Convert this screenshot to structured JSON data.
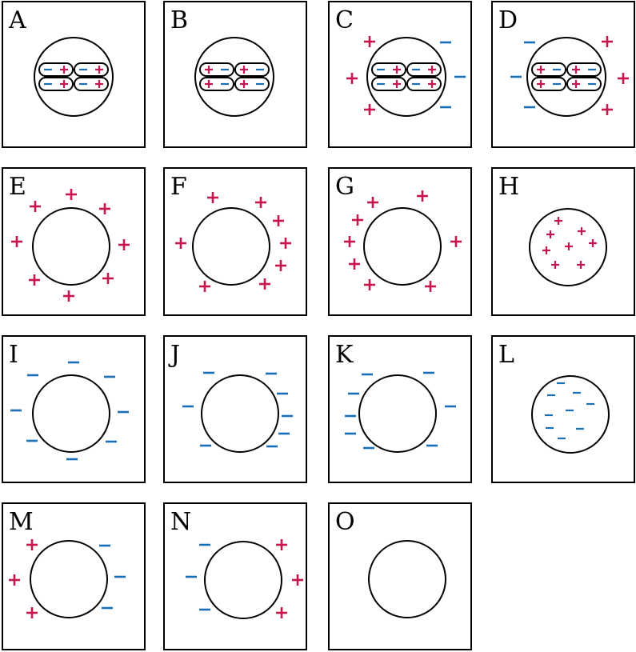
{
  "colors": {
    "positive": "#c8174d",
    "negative": "#1b6fb5",
    "outline": "#000000",
    "background": "#ffffff"
  },
  "symbols": {
    "positive": "+",
    "negative": "−"
  },
  "panels": [
    {
      "label": "A",
      "description": "sphere with two pairs of polarized molecules, minus on left, plus on right, no external charge"
    },
    {
      "label": "B",
      "description": "sphere with two pairs of polarized molecules, plus on left, minus on right, no external charge"
    },
    {
      "label": "C",
      "description": "polarized molecules (minus left, plus right) with positive charges outside on the left and negative charges outside on the right"
    },
    {
      "label": "D",
      "description": "polarized molecules (plus left, minus right) with negative charges outside on the left and positive charges outside on the right"
    },
    {
      "label": "E",
      "description": "positive charges evenly distributed around the outside of the sphere"
    },
    {
      "label": "F",
      "description": "positive charges concentrated on the right side of the sphere"
    },
    {
      "label": "G",
      "description": "positive charges concentrated on the left side of the sphere"
    },
    {
      "label": "H",
      "description": "positive charges distributed throughout the interior of the sphere"
    },
    {
      "label": "I",
      "description": "negative charges evenly distributed around the outside of the sphere"
    },
    {
      "label": "J",
      "description": "negative charges concentrated on the right side of the sphere"
    },
    {
      "label": "K",
      "description": "negative charges concentrated on the left side of the sphere"
    },
    {
      "label": "L",
      "description": "negative charges distributed throughout the interior of the sphere"
    },
    {
      "label": "M",
      "description": "positive charges on the left outside, negative charges on the right outside"
    },
    {
      "label": "N",
      "description": "negative charges on the left outside, positive charges on the right outside"
    },
    {
      "label": "O",
      "description": "uncharged sphere with no charges"
    }
  ]
}
